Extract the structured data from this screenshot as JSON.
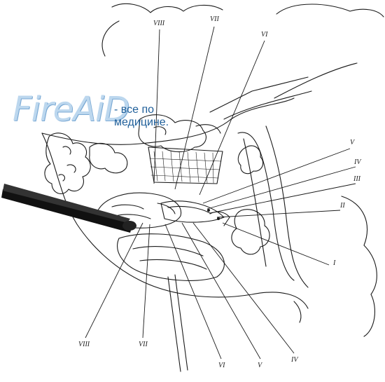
{
  "watermark": {
    "logo": "FireAiD",
    "tagline": "- все по медицине."
  },
  "labels": {
    "top_viii": "VIII",
    "top_vii": "VII",
    "top_vi": "VI",
    "right_v": "V",
    "right_iv": "IV",
    "right_iii": "III",
    "right_ii": "II",
    "right_i": "I",
    "bottom_viii": "VIII",
    "bottom_vii": "VII",
    "bottom_vi": "VI",
    "bottom_v": "V",
    "bottom_iv": "IV"
  }
}
